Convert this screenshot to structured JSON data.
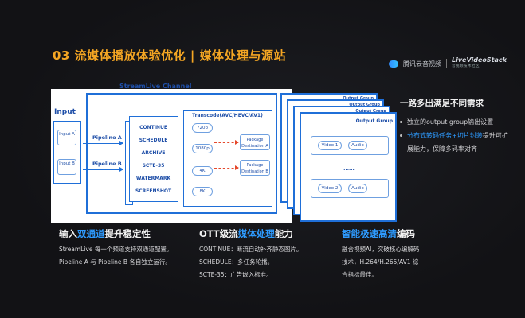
{
  "title": "03 流媒体播放体验优化 | 媒体处理与源站",
  "logos": {
    "tencent": "腾讯云音视频",
    "lvs": "LiveVideoStack",
    "lvs_sub": "音视频技术社区"
  },
  "diagram": {
    "input_label": "Input",
    "input_a": "Input A",
    "input_b": "Input B",
    "channel_title": "StreamLive Channel",
    "pipeline_a": "Pipeline A",
    "pipeline_b": "Pipeline B",
    "features": [
      "CONTINUE",
      "SCHEDULE",
      "ARCHIVE",
      "SCTE-35",
      "WATERMARK",
      "SCREENSHOT"
    ],
    "transcode_title": "Transcode(AVC/HEVC/AV1)",
    "resolutions": [
      "720p",
      "1080p",
      "4K",
      "8K"
    ],
    "package_a": "Package Destination A",
    "package_b": "Package Destination B",
    "output_group_labels": [
      "Output Group",
      "Output Group",
      "Output Group",
      "Output Group"
    ],
    "video1": "Video 1",
    "video2": "Video 2",
    "audio": "Audio",
    "ellipsis": "......"
  },
  "right": {
    "title": "一路多出满足不同需求",
    "bullet1": "独立的output group输出设置",
    "bullet2_hl": "分布式转码任务+切片封装",
    "bullet2_rest": "提升可扩展能力，保障多码率对齐"
  },
  "sections": [
    {
      "heading_pre": "输入",
      "heading_hl": "双通道",
      "heading_post": "提升稳定性",
      "lines": [
        "StreamLive 每一个频道支持双通道配置。",
        "Pipeline A 与 Pipeline B 各自独立运行。"
      ]
    },
    {
      "heading_pre": "OTT级流",
      "heading_hl": "媒体处理",
      "heading_post": "能力",
      "lines": [
        "CONTINUE：断流自动补齐静态图片。",
        "SCHEDULE：多任务轮播。",
        "SCTE-35：广告嵌入标准。",
        "..."
      ]
    },
    {
      "heading_pre": "",
      "heading_hl": "智能极速高清",
      "heading_post": "编码",
      "lines": [
        "融合视频AI，突破核心编解码",
        "技术，H.264/H.265/AV1 综",
        "合指标最佳。"
      ]
    }
  ]
}
